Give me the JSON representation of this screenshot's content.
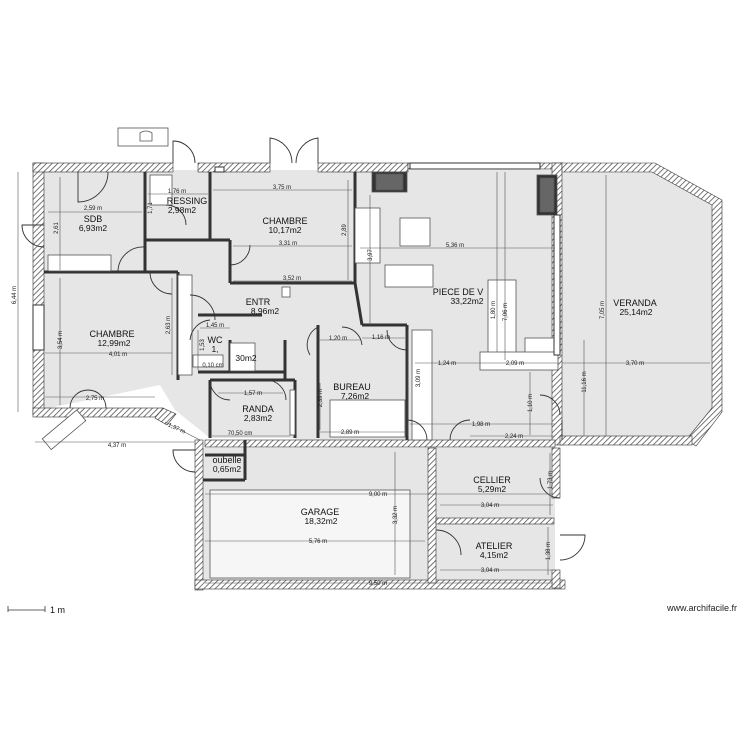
{
  "rooms": [
    {
      "id": "sdb",
      "name": "SDB",
      "area": "6,93m2"
    },
    {
      "id": "dressing",
      "name": "RESSING",
      "area": "2,98m2"
    },
    {
      "id": "chambre1",
      "name": "CHAMBRE",
      "area": "10,17m2"
    },
    {
      "id": "piece",
      "name": "PIECE DE V",
      "area": "33,22m2"
    },
    {
      "id": "veranda1",
      "name": "VERANDA",
      "area": "25,14m2"
    },
    {
      "id": "chambre2",
      "name": "CHAMBRE",
      "area": "12,99m2"
    },
    {
      "id": "entree",
      "name": "ENTR",
      "area": "8,96m2"
    },
    {
      "id": "wc",
      "name": "WC",
      "area": "1,"
    },
    {
      "id": "placard",
      "name": "",
      "area": "30m2"
    },
    {
      "id": "bureau",
      "name": "BUREAU",
      "area": "7,26m2"
    },
    {
      "id": "veranda2",
      "name": "RANDA",
      "area": "2,83m2"
    },
    {
      "id": "poubelle",
      "name": "oubelle",
      "area": "0,65m2"
    },
    {
      "id": "garage",
      "name": "GARAGE",
      "area": "18,32m2"
    },
    {
      "id": "cellier",
      "name": "CELLIER",
      "area": "5,29m2"
    },
    {
      "id": "atelier",
      "name": "ATELIER",
      "area": "4,15m2"
    }
  ],
  "dimensions": [
    "2,59 m",
    "2,61",
    "1,76 m",
    "1,71",
    "3,75 m",
    "2,89",
    "3,31 m",
    "3,52 m",
    "5,36 m",
    "3,97",
    "1,80 m",
    "7,06 m",
    "7,05 m",
    "6,44 m",
    "3,54 m",
    "4,01 m",
    "2,63 m",
    "1,45 m",
    "1,53",
    "0,10 cm",
    "1,57 m",
    "70,50 cm",
    "1,20 m",
    "1,16 m",
    "2,39 m",
    "3,09 m",
    "2,89 m",
    "1,24 m",
    "2,09 m",
    "3,70 m",
    "11,16 m",
    "1,10 m",
    "1,98 m",
    "2,24 m",
    "2,75 m",
    "1,37 m",
    "4,37 m",
    "9,00 m",
    "3,32 m",
    "5,76 m",
    "1,73 m",
    "3,04 m",
    "1,38 m",
    "3,04 m",
    "9,50 m"
  ],
  "scale_label": "1 m",
  "credit": "www.archifacile.fr"
}
